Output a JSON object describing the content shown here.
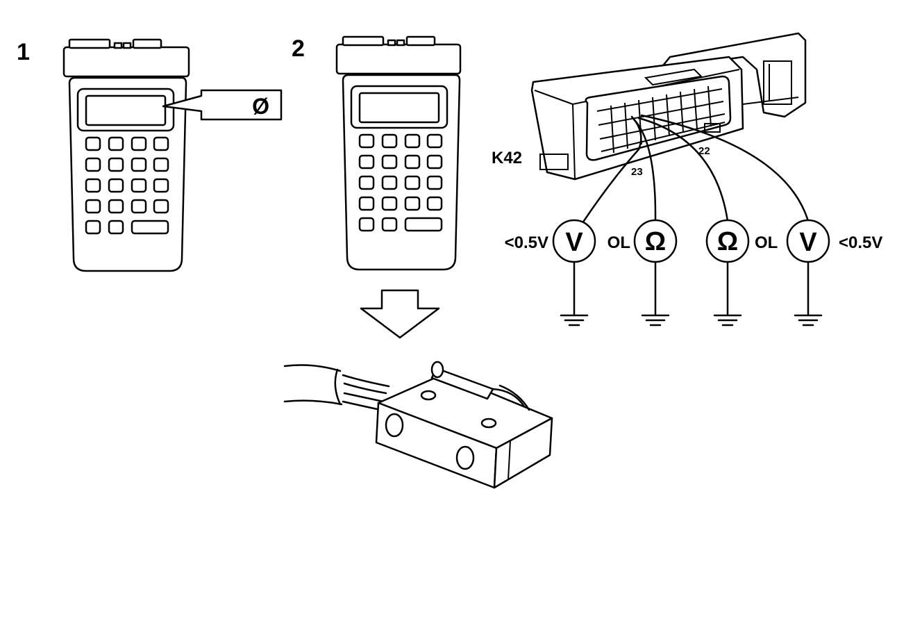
{
  "steps": {
    "one": "1",
    "two": "2"
  },
  "scan_tool_display": "Ø",
  "connector": {
    "name": "K42",
    "pin_a": "23",
    "pin_b": "22"
  },
  "probes": [
    {
      "symbol": "V",
      "reading": "<0.5V"
    },
    {
      "symbol": "Ω",
      "reading": "OL"
    },
    {
      "symbol": "Ω",
      "reading": "OL"
    },
    {
      "symbol": "V",
      "reading": "<0.5V"
    }
  ]
}
